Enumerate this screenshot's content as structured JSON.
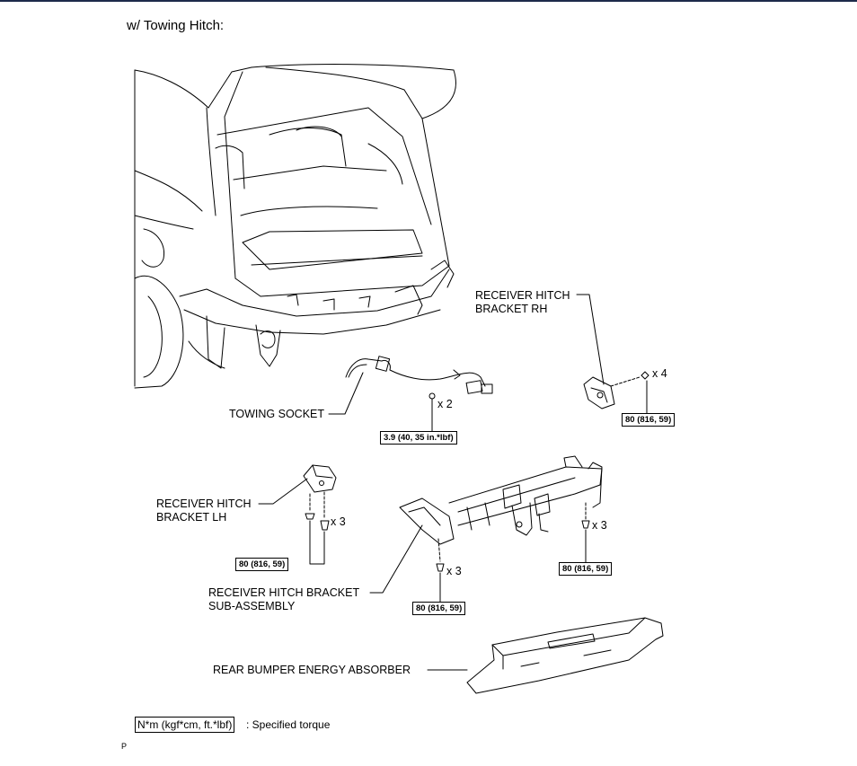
{
  "title": "w/ Towing Hitch:",
  "labels": {
    "receiver_hitch_bracket_rh": [
      "RECEIVER HITCH",
      "BRACKET RH"
    ],
    "towing_socket": "TOWING SOCKET",
    "receiver_hitch_bracket_lh": [
      "RECEIVER HITCH",
      "BRACKET LH"
    ],
    "receiver_hitch_bracket_sub_assembly": [
      "RECEIVER HITCH BRACKET",
      "SUB-ASSEMBLY"
    ],
    "rear_bumper_energy_absorber": "REAR BUMPER ENERGY ABSORBER"
  },
  "quantities": {
    "rh_bolts": "x 4",
    "socket_bolts": "x 2",
    "lh_bolts": "x 3",
    "sub_left_bolts": "x 3",
    "sub_right_bolts": "x 3"
  },
  "torques": {
    "rh": "80 (816, 59)",
    "socket": "3.9 (40, 35 in.*lbf)",
    "lh": "80 (816, 59)",
    "sub_left": "80 (816, 59)",
    "sub_right": "80 (816, 59)"
  },
  "legend": {
    "unit_box": "N*m (kgf*cm, ft.*lbf)",
    "text": ": Specified torque"
  },
  "page_mark": "P"
}
